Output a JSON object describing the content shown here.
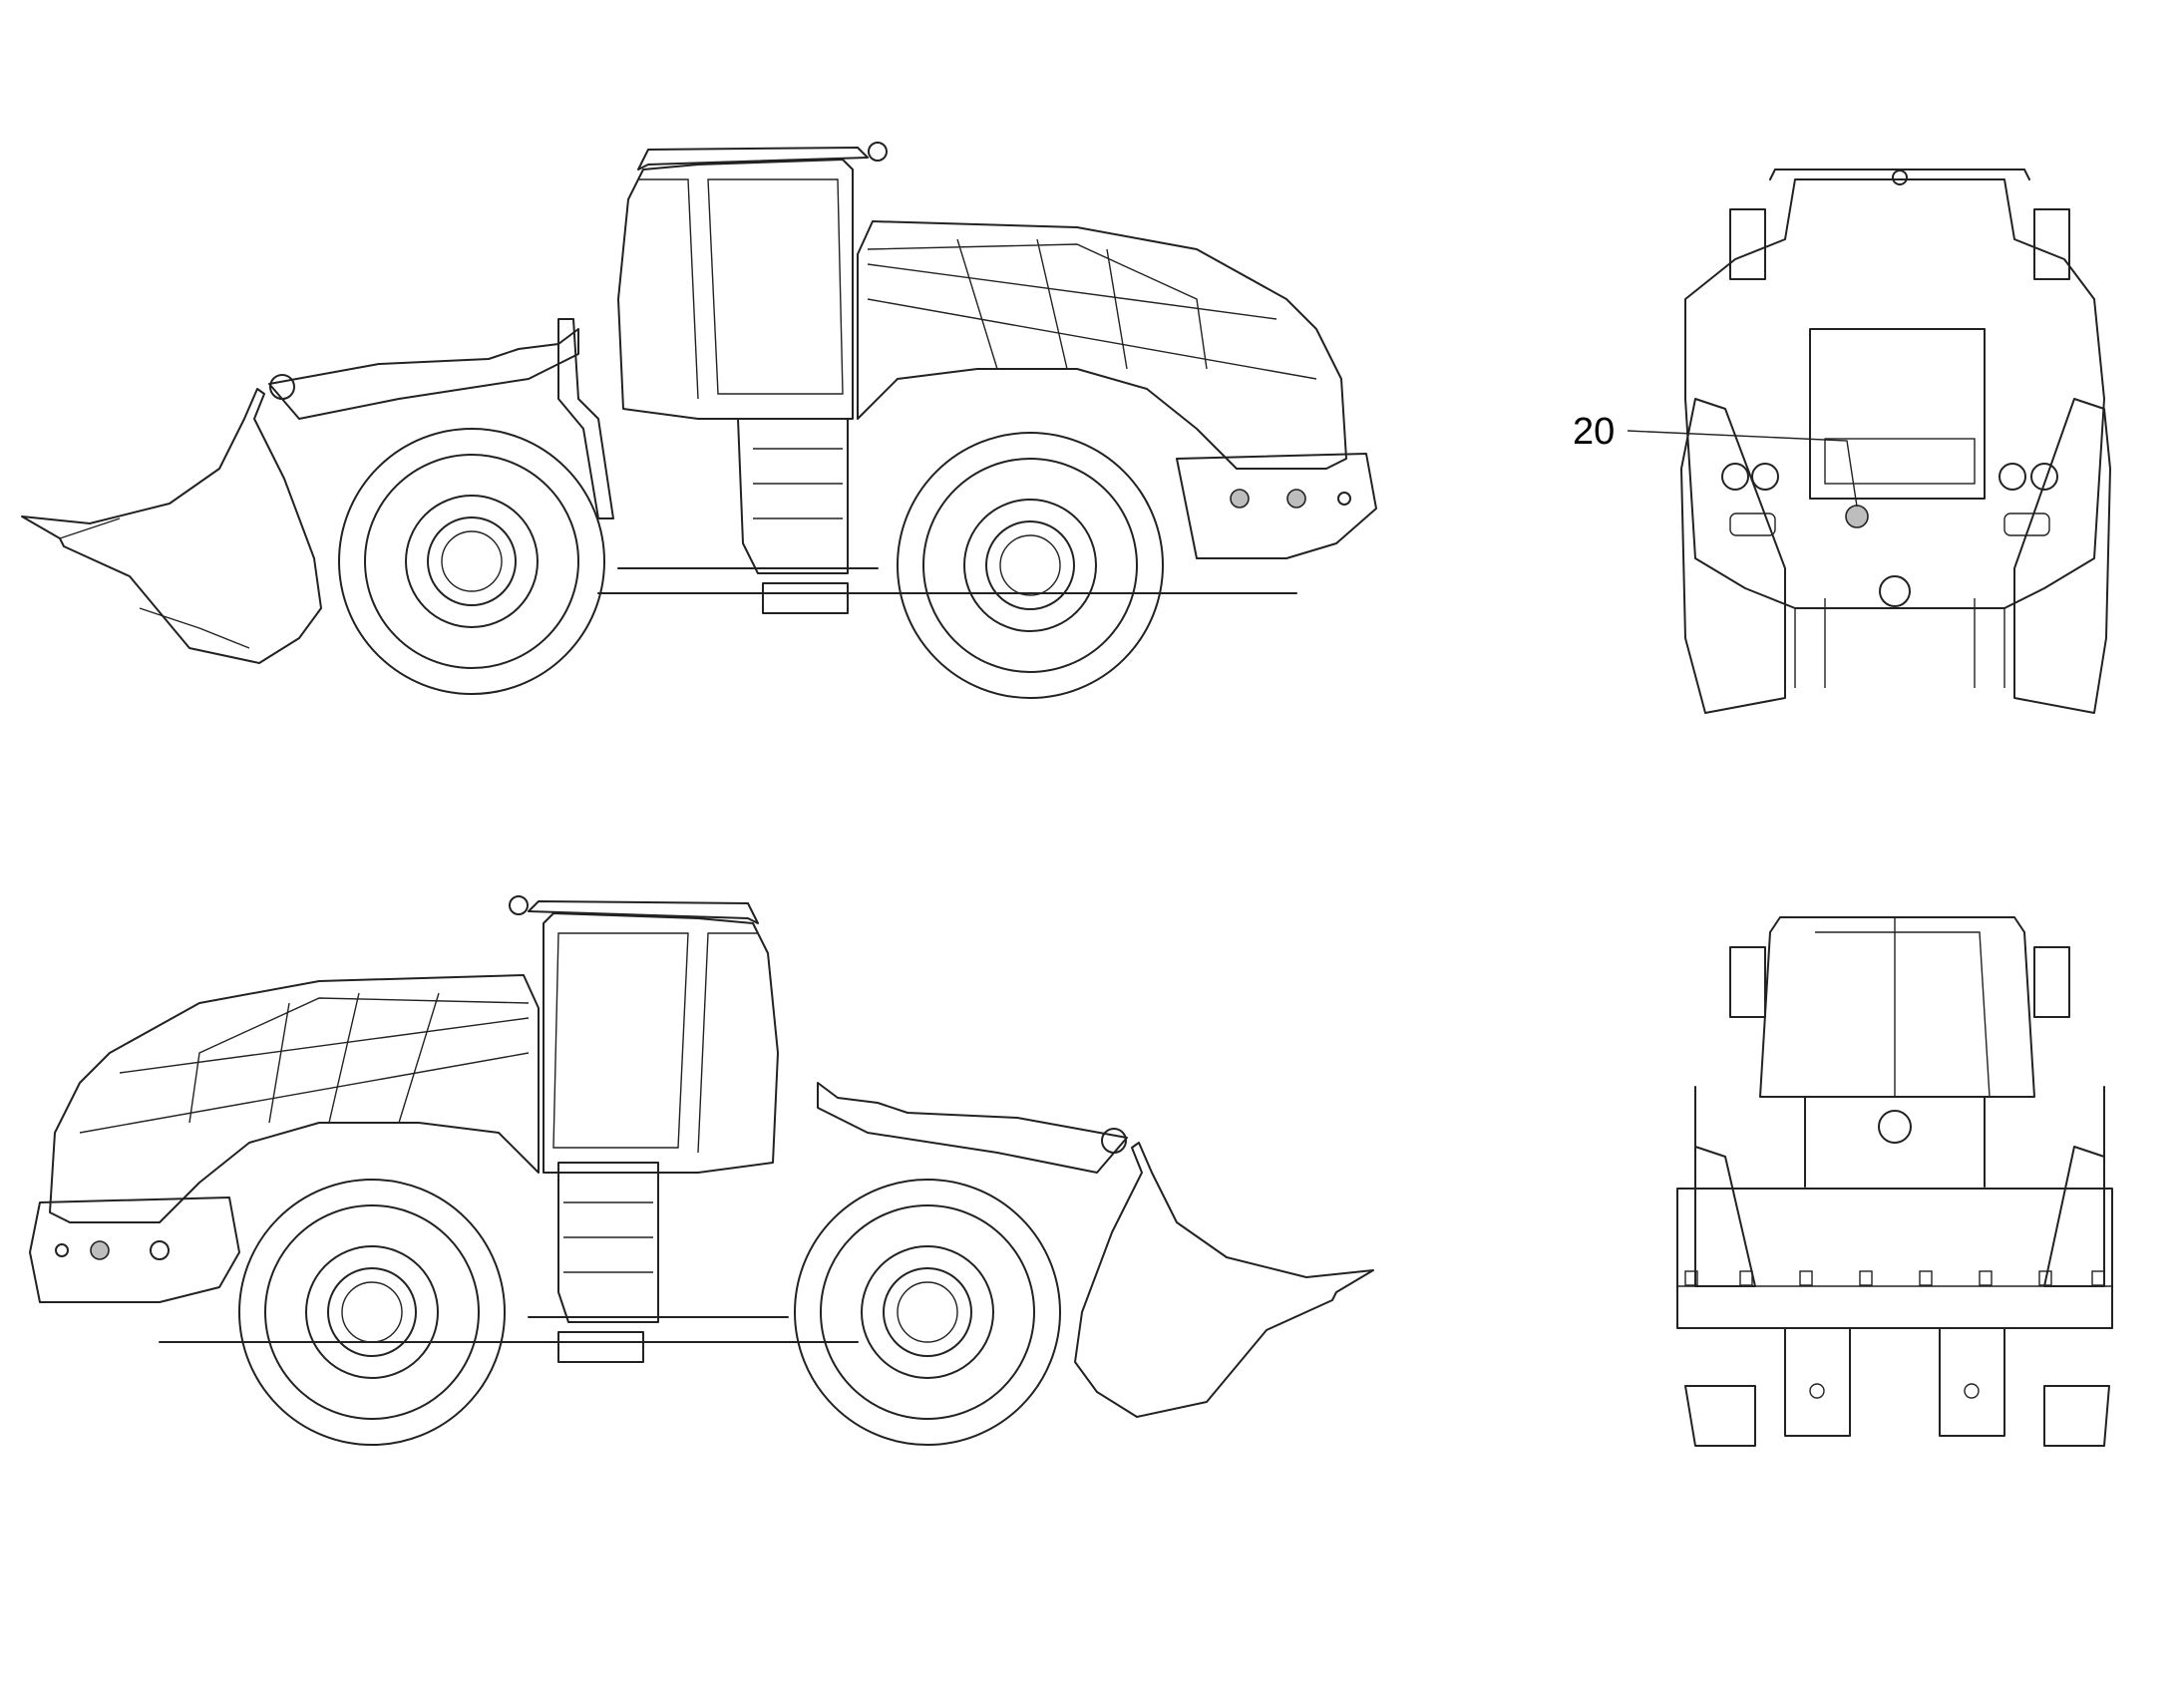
{
  "callouts": [
    {
      "label": "20"
    }
  ],
  "views": [
    {
      "name": "left-side-view"
    },
    {
      "name": "rear-view"
    },
    {
      "name": "right-side-view"
    },
    {
      "name": "front-view"
    }
  ],
  "colors": {
    "line": "#222222",
    "highlight_fill": "#bdbdbd",
    "background": "#ffffff"
  }
}
